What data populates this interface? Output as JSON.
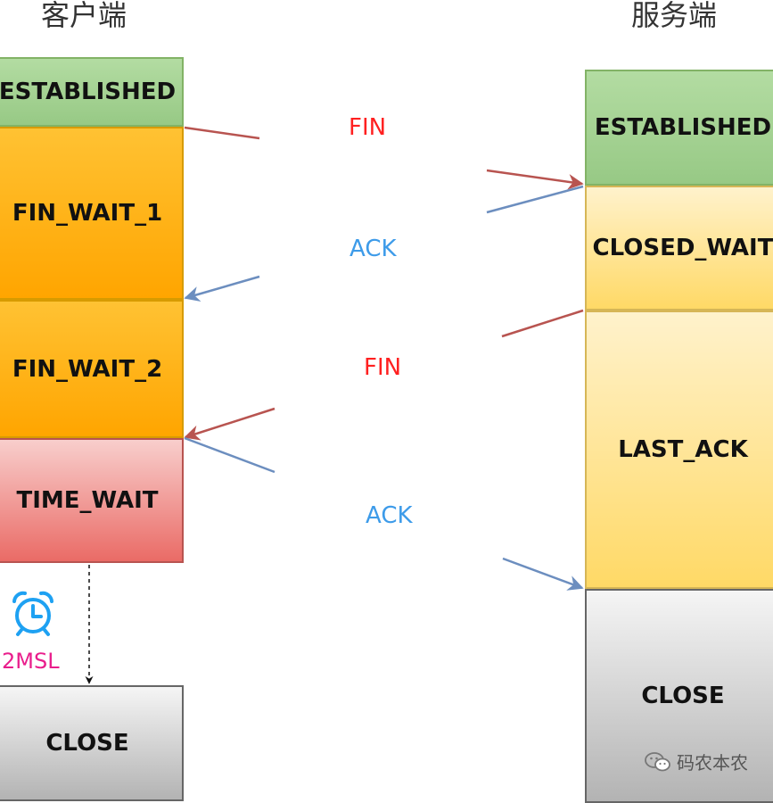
{
  "client": {
    "title": "客户端",
    "states": [
      "ESTABLISHED",
      "FIN_WAIT_1",
      "FIN_WAIT_2",
      "TIME_WAIT",
      "CLOSE"
    ]
  },
  "server": {
    "title": "服务端",
    "states": [
      "ESTABLISHED",
      "CLOSED_WAIT",
      "LAST_ACK",
      "CLOSE"
    ]
  },
  "messages": [
    {
      "label": "FIN",
      "color": "#ff2020"
    },
    {
      "label": "ACK",
      "color": "#3d9be9"
    },
    {
      "label": "FIN",
      "color": "#ff2020"
    },
    {
      "label": "ACK",
      "color": "#3d9be9"
    }
  ],
  "timer": {
    "label": "2MSL",
    "icon": "alarm-clock-icon",
    "color": "#e91e8c"
  },
  "watermark": {
    "text": "码农本农",
    "icon": "wechat-icon"
  },
  "colors": {
    "arrow_red": "#b85450",
    "arrow_blue": "#6c8ebf",
    "established": "#97c985",
    "fin_wait": "#ffa500",
    "time_wait": "#ea6b66",
    "server_wait": "#ffd966",
    "close": "#b3b3b3"
  }
}
